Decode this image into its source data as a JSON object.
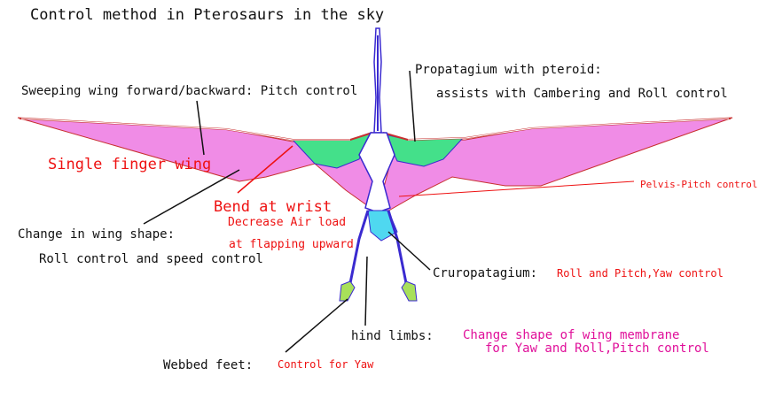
{
  "title": "Control method in Pterosaurs in the sky",
  "labels": {
    "sweeping": "Sweeping wing forward/backward: Pitch control",
    "propatagium_1": "Propatagium with pteroid:",
    "propatagium_2": "assists with Cambering and Roll control",
    "single_finger": "Single finger wing",
    "bend_wrist": "Bend at wrist",
    "decrease_air": "Decrease Air load",
    "at_flapping": "at flapping upward",
    "pelvis": "Pelvis-Pitch control",
    "change_shape_1": "Change in wing shape:",
    "change_shape_2": "Roll control and speed control",
    "cruropatagium": "Cruropatagium:",
    "cruro_control": "Roll and Pitch,Yaw control",
    "hind_limbs": "hind limbs:",
    "membrane_1": "Change shape of wing membrane",
    "membrane_2": "for Yaw and Roll,Pitch control",
    "webbed_feet": "Webbed feet:",
    "webbed_control": "Control for Yaw"
  },
  "colors": {
    "wing_membrane": "#f08ce6",
    "propatagium": "#44e08a",
    "cruropatagium": "#4fd8f0",
    "body_outline": "#3a2ad0",
    "bone": "#ffffff",
    "bone_edge": "#c83030",
    "label_red": "#ee1111",
    "label_magenta": "#e0109a",
    "label_black": "#111111"
  }
}
